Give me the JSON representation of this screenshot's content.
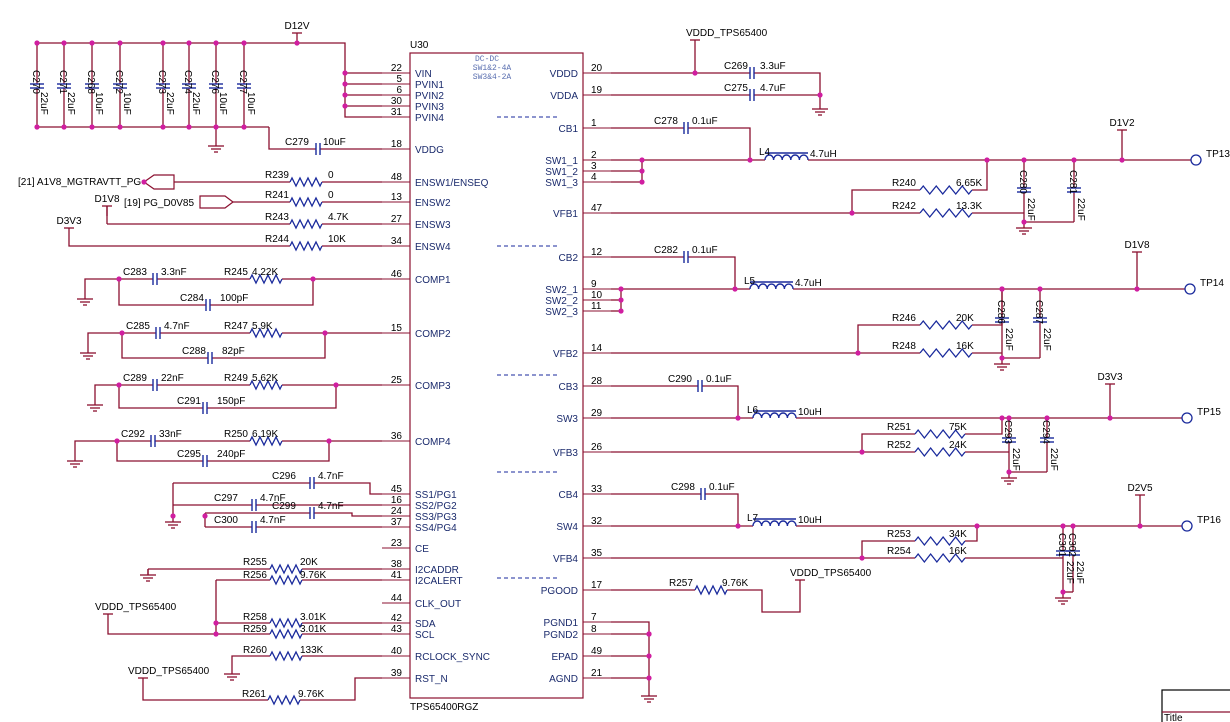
{
  "ic": {
    "ref": "U30",
    "part": "TPS65400RGZ",
    "note": [
      "DC-DC",
      "SW1&2-4A",
      "SW3&4-2A"
    ],
    "left_pins": [
      {
        "num": "22",
        "name": "VIN"
      },
      {
        "num": "5",
        "name": "PVIN1"
      },
      {
        "num": "6",
        "name": "PVIN2"
      },
      {
        "num": "30",
        "name": "PVIN3"
      },
      {
        "num": "31",
        "name": "PVIN4"
      },
      {
        "num": "18",
        "name": "VDDG"
      },
      {
        "num": "48",
        "name": "ENSW1/ENSEQ"
      },
      {
        "num": "13",
        "name": "ENSW2"
      },
      {
        "num": "27",
        "name": "ENSW3"
      },
      {
        "num": "34",
        "name": "ENSW4"
      },
      {
        "num": "46",
        "name": "COMP1"
      },
      {
        "num": "15",
        "name": "COMP2"
      },
      {
        "num": "25",
        "name": "COMP3"
      },
      {
        "num": "36",
        "name": "COMP4"
      },
      {
        "num": "45",
        "name": "SS1/PG1"
      },
      {
        "num": "16",
        "name": "SS2/PG2"
      },
      {
        "num": "24",
        "name": "SS3/PG3"
      },
      {
        "num": "37",
        "name": "SS4/PG4"
      },
      {
        "num": "23",
        "name": "CE"
      },
      {
        "num": "38",
        "name": "I2CADDR"
      },
      {
        "num": "41",
        "name": "I2CALERT"
      },
      {
        "num": "44",
        "name": "CLK_OUT"
      },
      {
        "num": "42",
        "name": "SDA"
      },
      {
        "num": "43",
        "name": "SCL"
      },
      {
        "num": "40",
        "name": "RCLOCK_SYNC"
      },
      {
        "num": "39",
        "name": "RST_N"
      }
    ],
    "right_pins": [
      {
        "num": "20",
        "name": "VDDD"
      },
      {
        "num": "19",
        "name": "VDDA"
      },
      {
        "num": "1",
        "name": "CB1"
      },
      {
        "num": "2",
        "name": "SW1_1"
      },
      {
        "num": "3",
        "name": "SW1_2"
      },
      {
        "num": "4",
        "name": "SW1_3"
      },
      {
        "num": "47",
        "name": "VFB1"
      },
      {
        "num": "12",
        "name": "CB2"
      },
      {
        "num": "9",
        "name": "SW2_1"
      },
      {
        "num": "10",
        "name": "SW2_2"
      },
      {
        "num": "11",
        "name": "SW2_3"
      },
      {
        "num": "14",
        "name": "VFB2"
      },
      {
        "num": "28",
        "name": "CB3"
      },
      {
        "num": "29",
        "name": "SW3"
      },
      {
        "num": "26",
        "name": "VFB3"
      },
      {
        "num": "33",
        "name": "CB4"
      },
      {
        "num": "32",
        "name": "SW4"
      },
      {
        "num": "35",
        "name": "VFB4"
      },
      {
        "num": "17",
        "name": "PGOOD"
      },
      {
        "num": "7",
        "name": "PGND1"
      },
      {
        "num": "8",
        "name": "PGND2"
      },
      {
        "num": "49",
        "name": "EPAD"
      },
      {
        "num": "21",
        "name": "AGND"
      }
    ]
  },
  "nets": {
    "d12v": "D12V",
    "vddd_top": "VDDD_TPS65400",
    "d1v2": "D1V2",
    "d1v8_out": "D1V8",
    "d3v3_out": "D3V3",
    "d2v5": "D2V5",
    "d1v8_in": "D1V8",
    "d3v3_in": "D3V3",
    "vddd_sda": "VDDD_TPS65400",
    "vddd_rst": "VDDD_TPS65400",
    "vddd_pgood": "VDDD_TPS65400",
    "port1": "[21]  A1V8_MGTRAVTT_PG",
    "port2": "[19]  PG_D0V85",
    "tp13": "TP13",
    "tp14": "TP14",
    "tp15": "TP15",
    "tp16": "TP16",
    "title_block": "Title"
  },
  "input_caps": [
    {
      "ref": "C270",
      "val": "22uF"
    },
    {
      "ref": "C271",
      "val": "22uF"
    },
    {
      "ref": "C268",
      "val": "10uF"
    },
    {
      "ref": "C272",
      "val": "10uF"
    },
    {
      "ref": "C273",
      "val": "22uF"
    },
    {
      "ref": "C274",
      "val": "22uF"
    },
    {
      "ref": "C276",
      "val": "10uF"
    },
    {
      "ref": "C277",
      "val": "10uF"
    }
  ],
  "parts": {
    "c279": {
      "ref": "C279",
      "val": "10uF"
    },
    "r239": {
      "ref": "R239",
      "val": "0"
    },
    "r241": {
      "ref": "R241",
      "val": "0"
    },
    "r243": {
      "ref": "R243",
      "val": "4.7K"
    },
    "r244": {
      "ref": "R244",
      "val": "10K"
    },
    "c283": {
      "ref": "C283",
      "val": "3.3nF"
    },
    "r245": {
      "ref": "R245",
      "val": "4.22K"
    },
    "c284": {
      "ref": "C284",
      "val": "100pF"
    },
    "c285": {
      "ref": "C285",
      "val": "4.7nF"
    },
    "r247": {
      "ref": "R247",
      "val": "5.9K"
    },
    "c288": {
      "ref": "C288",
      "val": "82pF"
    },
    "c289": {
      "ref": "C289",
      "val": "22nF"
    },
    "r249": {
      "ref": "R249",
      "val": "5.62K"
    },
    "c291": {
      "ref": "C291",
      "val": "150pF"
    },
    "c292": {
      "ref": "C292",
      "val": "33nF"
    },
    "r250": {
      "ref": "R250",
      "val": "6.19K"
    },
    "c295": {
      "ref": "C295",
      "val": "240pF"
    },
    "c296": {
      "ref": "C296",
      "val": "4.7nF"
    },
    "c297": {
      "ref": "C297",
      "val": "4.7nF"
    },
    "c299": {
      "ref": "C299",
      "val": "4.7nF"
    },
    "c300": {
      "ref": "C300",
      "val": "4.7nF"
    },
    "r255": {
      "ref": "R255",
      "val": "20K"
    },
    "r256": {
      "ref": "R256",
      "val": "9.76K"
    },
    "r258": {
      "ref": "R258",
      "val": "3.01K"
    },
    "r259": {
      "ref": "R259",
      "val": "3.01K"
    },
    "r260": {
      "ref": "R260",
      "val": "133K"
    },
    "r261": {
      "ref": "R261",
      "val": "9.76K"
    },
    "c269": {
      "ref": "C269",
      "val": "3.3uF"
    },
    "c275": {
      "ref": "C275",
      "val": "4.7uF"
    },
    "c278": {
      "ref": "C278",
      "val": "0.1uF"
    },
    "l4": {
      "ref": "L4",
      "val": "4.7uH"
    },
    "r240": {
      "ref": "R240",
      "val": "6.65K"
    },
    "r242": {
      "ref": "R242",
      "val": "13.3K"
    },
    "c280": {
      "ref": "C280",
      "val": "22uF"
    },
    "c281": {
      "ref": "C281",
      "val": "22uF"
    },
    "c282": {
      "ref": "C282",
      "val": "0.1uF"
    },
    "l5": {
      "ref": "L5",
      "val": "4.7uH"
    },
    "r246": {
      "ref": "R246",
      "val": "20K"
    },
    "r248": {
      "ref": "R248",
      "val": "16K"
    },
    "c286": {
      "ref": "C286",
      "val": "22uF"
    },
    "c287": {
      "ref": "C287",
      "val": "22uF"
    },
    "c290": {
      "ref": "C290",
      "val": "0.1uF"
    },
    "l6": {
      "ref": "L6",
      "val": "10uH"
    },
    "r251": {
      "ref": "R251",
      "val": "75K"
    },
    "r252": {
      "ref": "R252",
      "val": "24K"
    },
    "c293": {
      "ref": "C293",
      "val": "22uF"
    },
    "c294": {
      "ref": "C294",
      "val": "22uF"
    },
    "c298": {
      "ref": "C298",
      "val": "0.1uF"
    },
    "l7": {
      "ref": "L7",
      "val": "10uH"
    },
    "r253": {
      "ref": "R253",
      "val": "34K"
    },
    "r254": {
      "ref": "R254",
      "val": "16K"
    },
    "c301": {
      "ref": "C301",
      "val": "22uF"
    },
    "c302": {
      "ref": "C302",
      "val": "22uF"
    },
    "r257": {
      "ref": "R257",
      "val": "9.76K"
    }
  }
}
